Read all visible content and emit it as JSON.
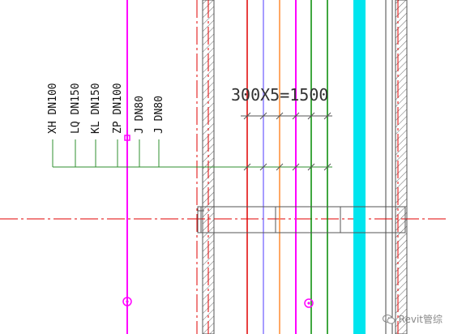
{
  "pipe_labels": [
    "XH DN100",
    "LQ DN150",
    "KL DN150",
    "ZP DN100",
    "J DN80",
    "J DN80"
  ],
  "dimension": "300X5=1500",
  "watermark": "Revit管综",
  "colors": {
    "magenta": "#ff00ff",
    "red": "#e00000",
    "purple": "#8a7cff",
    "orange": "#ff8c32",
    "green": "#008a00",
    "cyan": "#00e5ee",
    "leader_green": "#2f8f2f",
    "wall": "#666666"
  }
}
